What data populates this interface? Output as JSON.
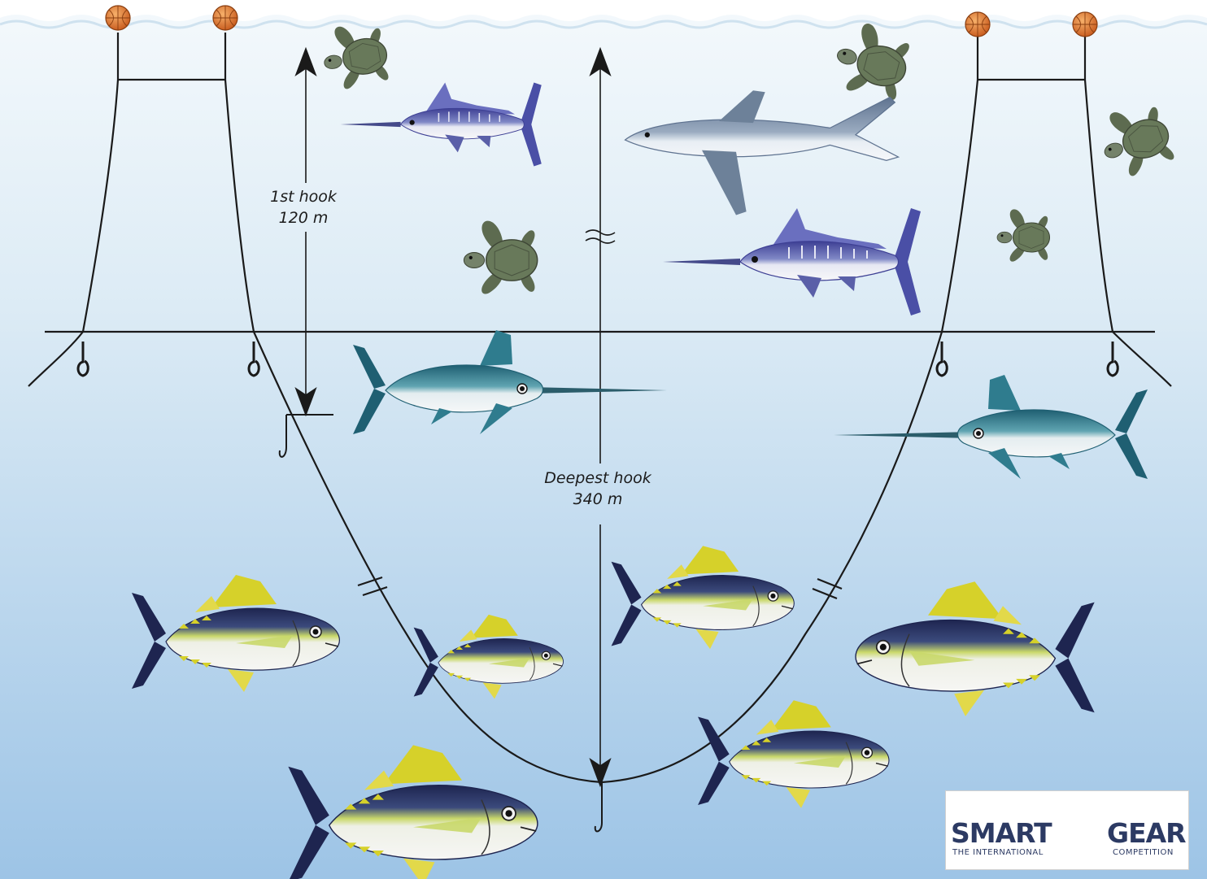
{
  "annotations": {
    "first_hook_line1": "1st hook",
    "first_hook_line2": "120 m",
    "deepest_hook_line1": "Deepest hook",
    "deepest_hook_line2": "340 m"
  },
  "logo": {
    "word_left": "SMART",
    "word_right": "GEAR",
    "sub_left": "THE INTERNATIONAL",
    "sub_right": "COMPETITION",
    "color": "#2c3a63",
    "accent": "#1f8fd6"
  },
  "colors": {
    "water_top": "#f3f8fb",
    "water_bottom": "#9fc6e7",
    "float": "#d9772e",
    "line": "#1a1a1a",
    "tuna_fin": "#d6d12a",
    "marlin_back": "#4a4fa6",
    "swordfish_back": "#2f7c8e",
    "shark_back": "#6d8199",
    "turtle": "#68795a"
  }
}
